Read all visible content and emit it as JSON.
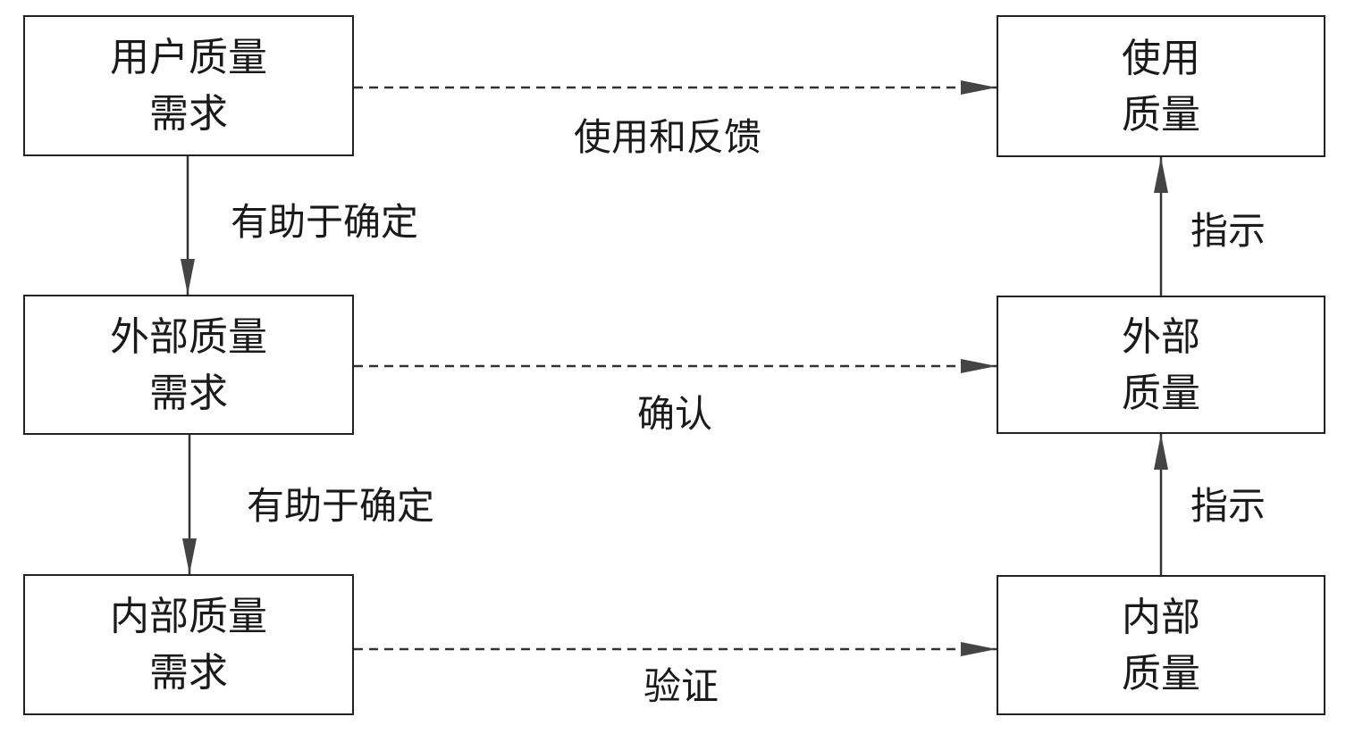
{
  "left_column": {
    "user_quality_requirement": {
      "line1": "用户质量",
      "line2": "需求"
    },
    "external_quality_requirement": {
      "line1": "外部质量",
      "line2": "需求"
    },
    "internal_quality_requirement": {
      "line1": "内部质量",
      "line2": "需求"
    }
  },
  "right_column": {
    "quality_in_use": {
      "line1": "使用",
      "line2": "质量"
    },
    "external_quality": {
      "line1": "外部",
      "line2": "质量"
    },
    "internal_quality": {
      "line1": "内部",
      "line2": "质量"
    }
  },
  "relations": {
    "use_and_feedback": "使用和反馈",
    "validation": "确认",
    "verification": "验证",
    "helps_determine_top": "有助于确定",
    "helps_determine_bottom": "有助于确定",
    "indicates_top": "指示",
    "indicates_bottom": "指示"
  }
}
